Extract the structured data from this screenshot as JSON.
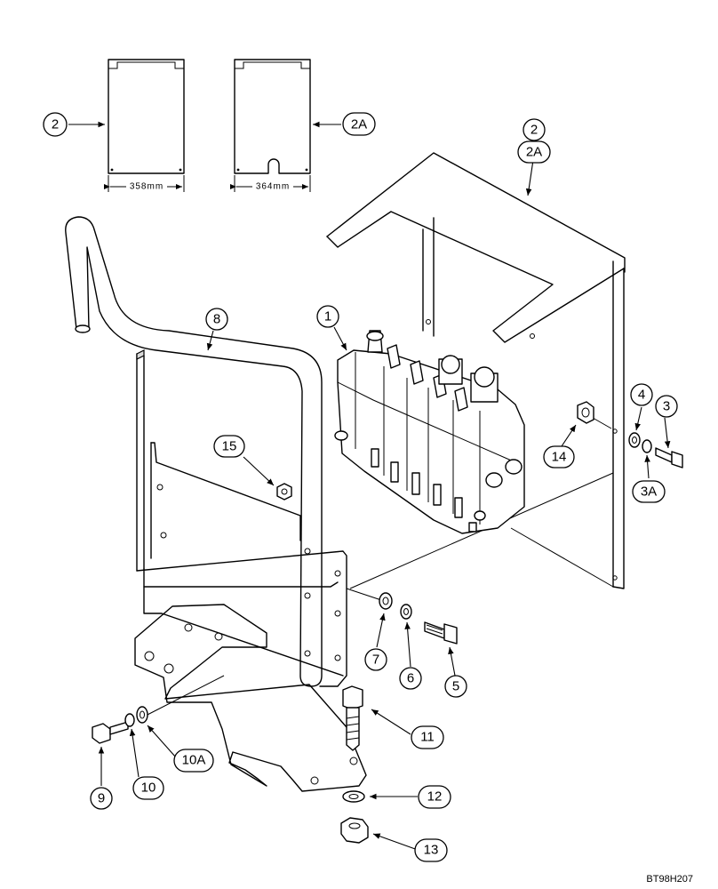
{
  "callouts": {
    "c1": "1",
    "c2_left": "2",
    "c2A_top": "2A",
    "c2_right": "2",
    "c2A_right": "2A",
    "c3": "3",
    "c3A": "3A",
    "c4": "4",
    "c5": "5",
    "c6": "6",
    "c7": "7",
    "c8": "8",
    "c9": "9",
    "c10": "10",
    "c10A": "10A",
    "c11": "11",
    "c12": "12",
    "c13": "13",
    "c14": "14",
    "c15": "15"
  },
  "dimensions": {
    "plate_left": "358mm",
    "plate_right": "364mm"
  },
  "drawing_code": "BT98H207"
}
